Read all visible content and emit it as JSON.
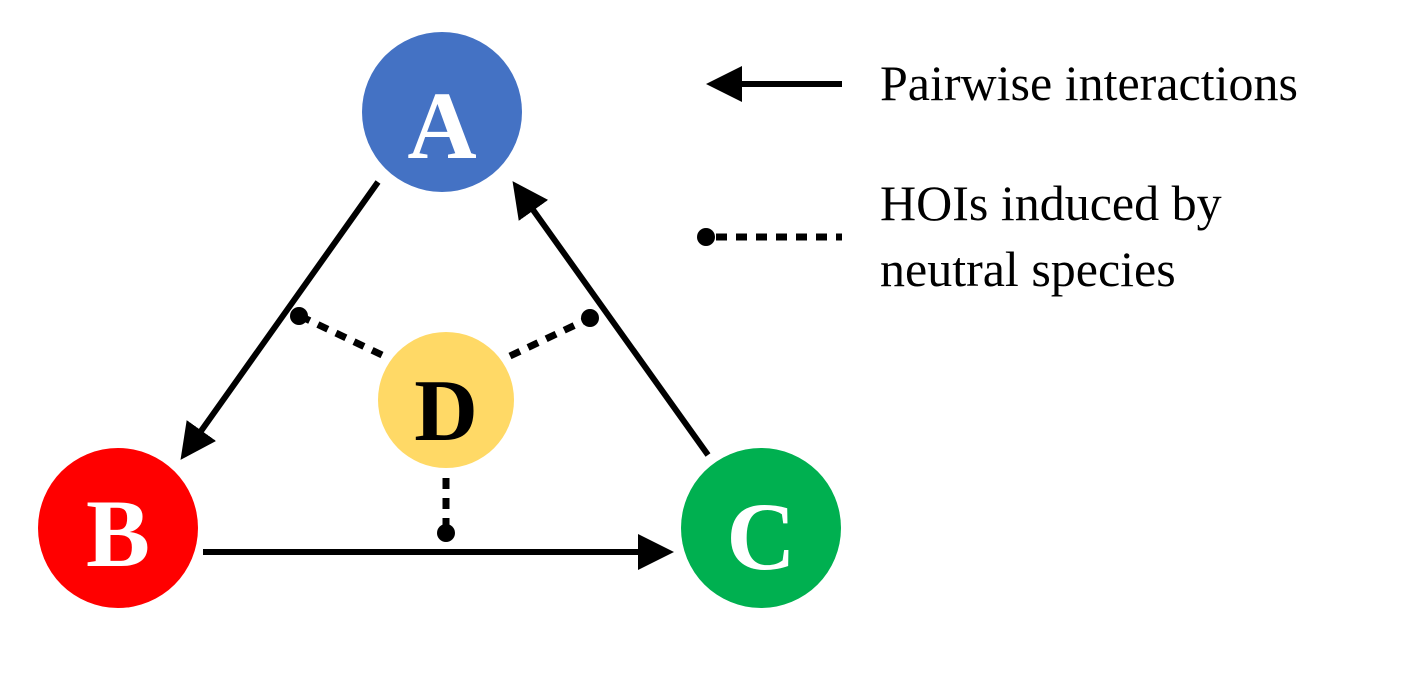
{
  "nodes": [
    {
      "id": "A",
      "label": "A",
      "color": "#4472C4",
      "text_color": "#ffffff"
    },
    {
      "id": "B",
      "label": "B",
      "color": "#FF0000",
      "text_color": "#ffffff"
    },
    {
      "id": "C",
      "label": "C",
      "color": "#00B050",
      "text_color": "#ffffff"
    },
    {
      "id": "D",
      "label": "D",
      "color": "#FFD966",
      "text_color": "#000000"
    }
  ],
  "pairwise_edges": [
    {
      "from": "A",
      "to": "B"
    },
    {
      "from": "B",
      "to": "C"
    },
    {
      "from": "C",
      "to": "A"
    }
  ],
  "hoi_edges": [
    {
      "from": "D",
      "to_edge": "A-B"
    },
    {
      "from": "D",
      "to_edge": "C-A"
    },
    {
      "from": "D",
      "to_edge": "B-C"
    }
  ],
  "legend": {
    "pairwise_label": "Pairwise interactions",
    "hoi_label_line1": "HOIs induced by",
    "hoi_label_line2": "neutral species"
  }
}
